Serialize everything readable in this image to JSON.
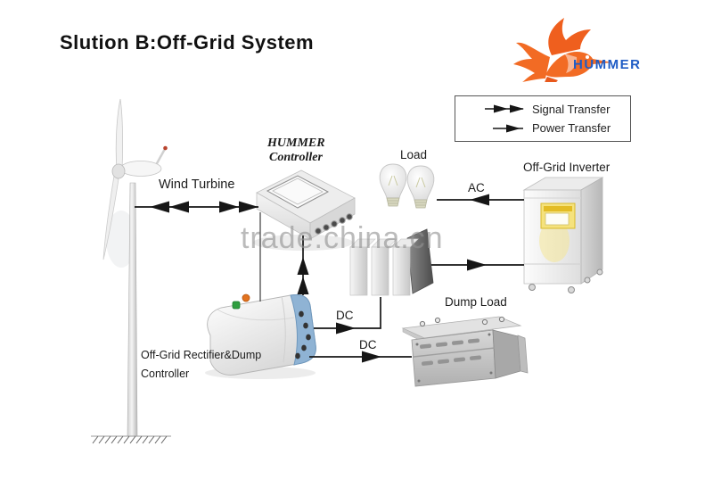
{
  "title": "Slution B:Off-Grid System",
  "brand": {
    "name": "HUMMER"
  },
  "legend": {
    "signal": "Signal Transfer",
    "power": "Power Transfer"
  },
  "watermark": "trade.china.cn",
  "labels": {
    "wind_turbine": "Wind Turbine",
    "controller_line1": "HUMMER",
    "controller_line2": "Controller",
    "load": "Load",
    "inverter": "Off-Grid Inverter",
    "dump_load": "Dump Load",
    "rectifier_line1": "Off-Grid Rectifier&Dump",
    "rectifier_line2": "Controller",
    "ac": "AC",
    "dc_to_battery": "DC",
    "dc_to_dump": "DC"
  },
  "connections": [
    {
      "from": "wind-turbine",
      "to": "hummer-controller",
      "type": "signal",
      "label": ""
    },
    {
      "from": "hummer-controller",
      "to": "rectifier",
      "type": "signal",
      "label": ""
    },
    {
      "from": "rectifier",
      "to": "battery",
      "type": "power",
      "label": "DC"
    },
    {
      "from": "rectifier",
      "to": "dump-load",
      "type": "power",
      "label": "DC"
    },
    {
      "from": "battery",
      "to": "inverter",
      "type": "power",
      "label": ""
    },
    {
      "from": "inverter",
      "to": "load",
      "type": "power",
      "label": "AC"
    }
  ],
  "colors": {
    "brand_orange": "#f26b24",
    "brand_blue": "#1f5cc5",
    "line_black": "#161616",
    "watermark_gray": "#919191",
    "inverter_panel_yellow": "#f5e27d",
    "led_green": "#2f9e3f",
    "led_orange": "#e2731f",
    "rectifier_port_blue": "#8fb3d4"
  }
}
